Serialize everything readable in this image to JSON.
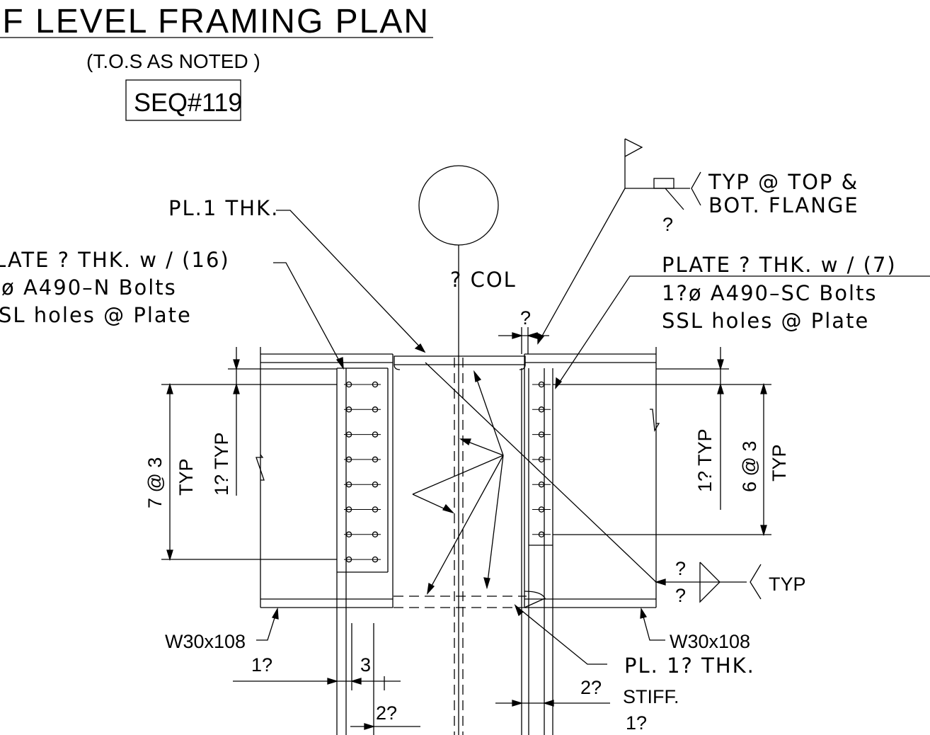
{
  "title": "OF LEVEL FRAMING PLAN",
  "subtitle": "(T.O.S AS NOTED )",
  "sequence": "SEQ#119",
  "column_label": "? COL",
  "notes": {
    "pl_top": "PL.1 THK.",
    "left_plate_line1": "LATE ? THK. w / (16)",
    "left_plate_line2": "ø A490–N Bolts",
    "left_plate_line3": "SL holes @ Plate",
    "right_plate_line1": "PLATE ? THK. w / (7)",
    "right_plate_line2": "1?ø A490–SC Bolts",
    "right_plate_line3": "SSL holes @ Plate",
    "flange_line1": "TYP @ TOP &",
    "flange_line2": "BOT. FLANGE",
    "flange_weld_size": "?",
    "weld_size_top": "?",
    "weld_size_bottom": "?",
    "weld_typ": "TYP",
    "gap_dim": "?",
    "beam_left": "W30x108",
    "beam_right": "W30x108",
    "pl_bottom": "PL. 1? THK.",
    "stiff_line1": "STIFF.",
    "stiff_line2": "1?"
  },
  "dimensions": {
    "left_spacing": "7 @ 3",
    "left_typ": "TYP",
    "left_edge": "1? TYP",
    "right_edge": "1? TYP",
    "right_spacing": "6 @ 3",
    "right_typ": "TYP",
    "bottom_edge": "1?",
    "bottom_gage": "3",
    "bottom_plate": "2?",
    "stiff_width": "2?"
  }
}
